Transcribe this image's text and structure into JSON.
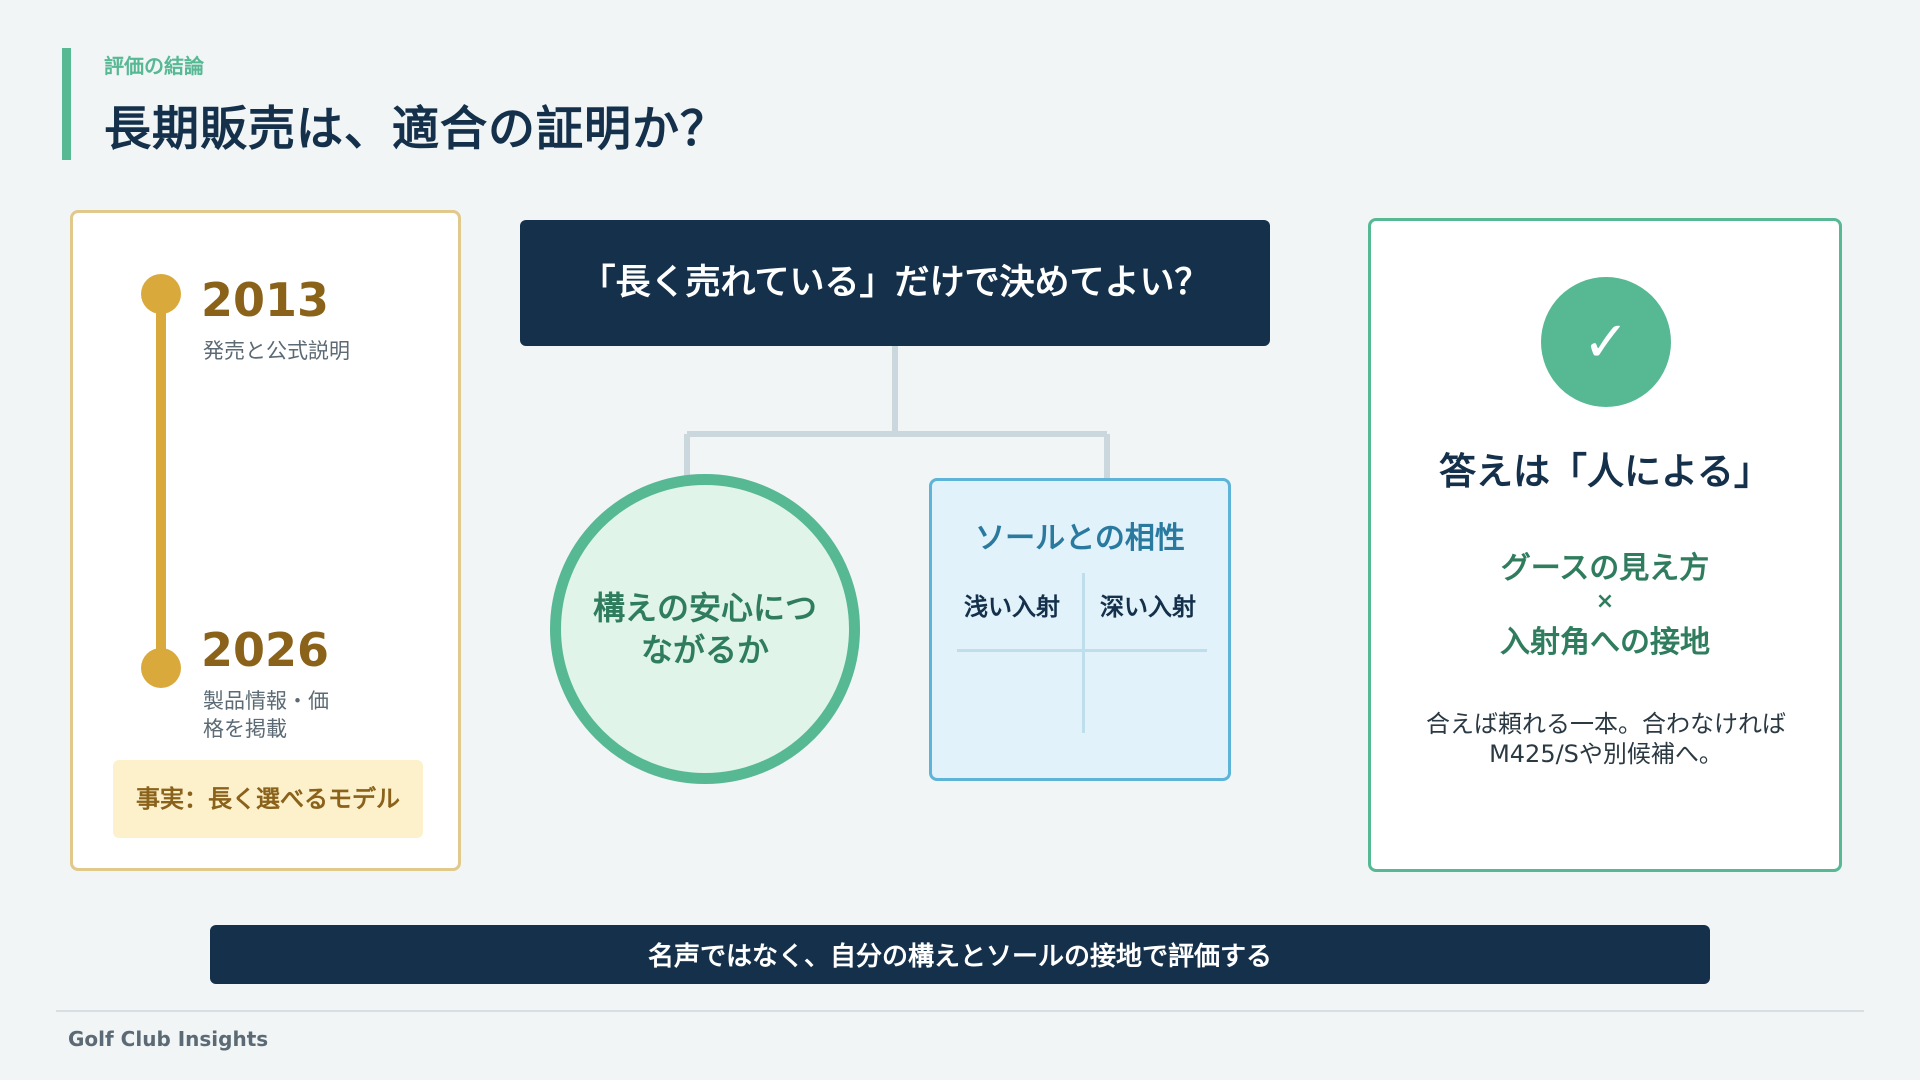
{
  "header": {
    "eyebrow": "評価の結論",
    "title": "長期販売は、適合の証明か？"
  },
  "timeline": {
    "items": [
      {
        "year": "2013",
        "event": "発売と公式説明"
      },
      {
        "year": "2026",
        "event": "製品情報・価格を掲載"
      }
    ],
    "fact": "事実：長く選べるモデル"
  },
  "diagram": {
    "question": "「長く売れている」だけで決めてよい？",
    "left_node": "構えの安心につながるか",
    "right_node": {
      "title": "ソールとの相性",
      "columns": [
        "浅い入射",
        "深い入射"
      ]
    }
  },
  "answer": {
    "check_symbol": "✓",
    "title": "答えは「人による」",
    "factor_1": "グースの見え方",
    "times": "×",
    "factor_2": "入射角への接地",
    "advice": "合えば頼れる一本。合わなければM425/Sや別候補へ。"
  },
  "summary": "名声ではなく、自分の構えとソールの接地で評価する",
  "footer": {
    "brand": "Golf Club Insights"
  },
  "colors": {
    "navy": "#14304a",
    "green": "#57b894",
    "gold": "#d9a93c",
    "blue": "#5db3d8"
  }
}
